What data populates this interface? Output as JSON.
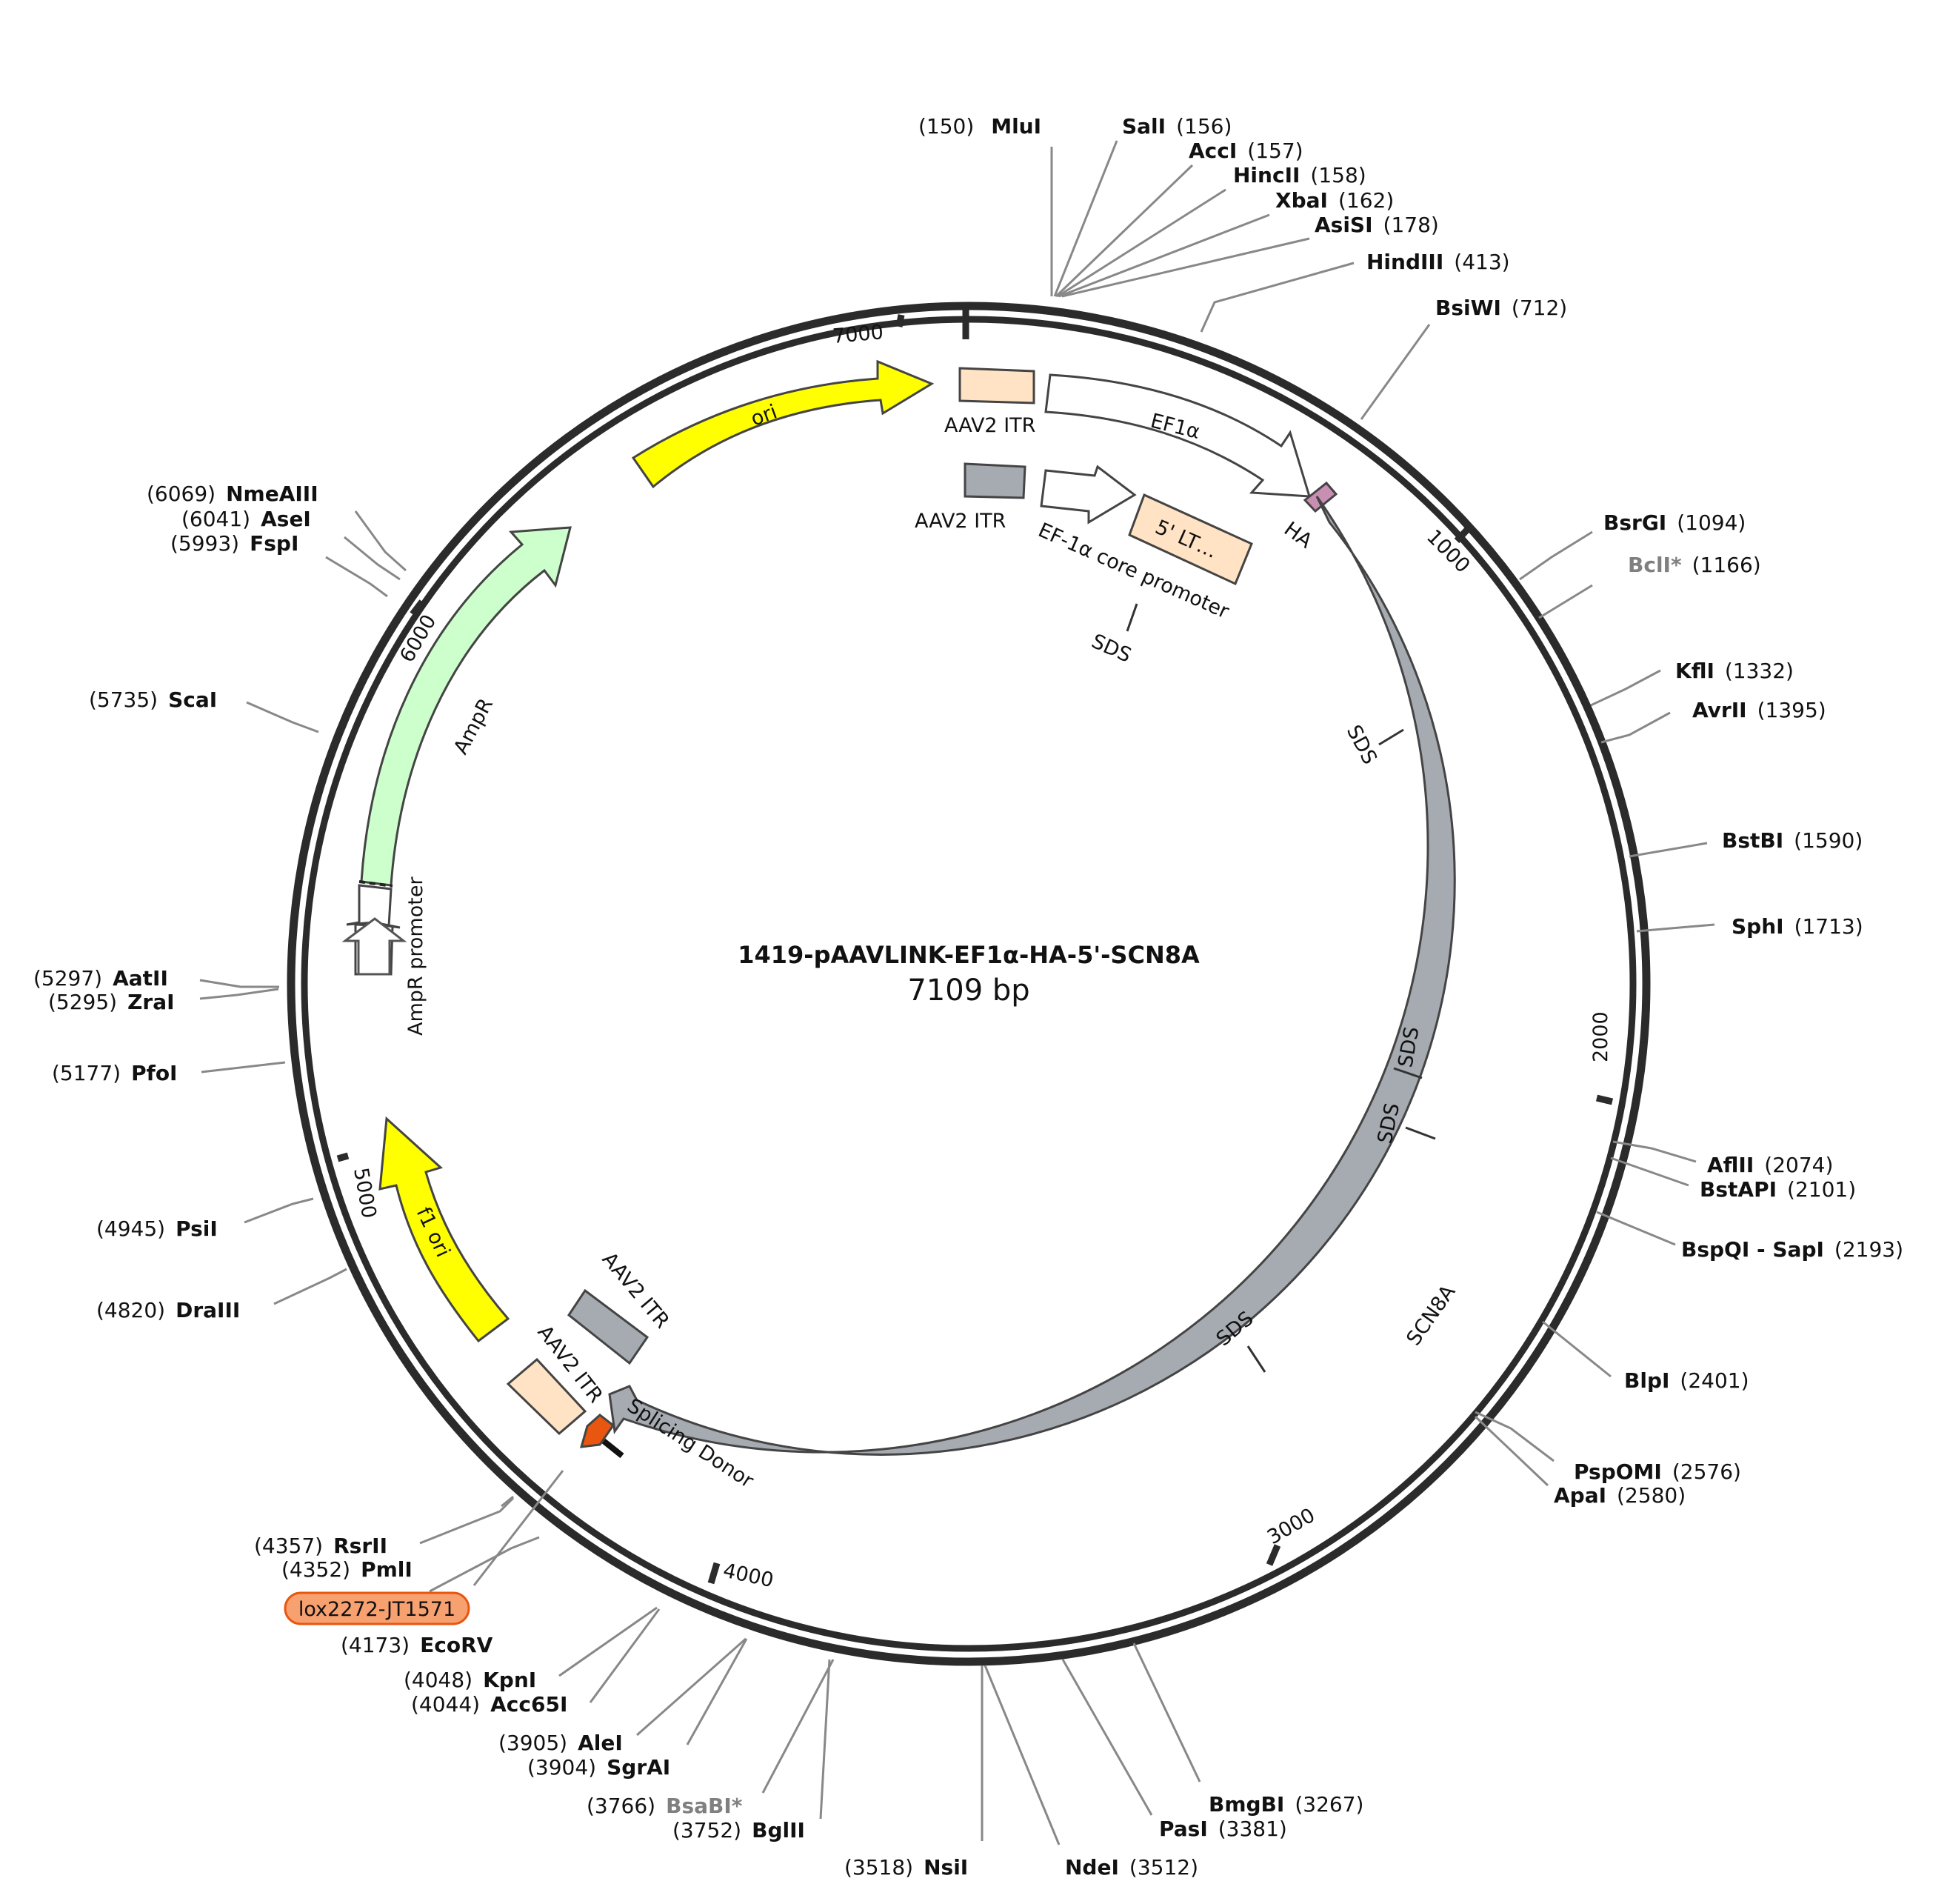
{
  "plasmid": {
    "name": "1419-pAAVLINK-EF1α-HA-5'-SCN8A",
    "size_label": "7109 bp",
    "length": 7109
  },
  "ticks": [
    "1000",
    "2000",
    "3000",
    "4000",
    "5000",
    "6000",
    "7000"
  ],
  "features": [
    {
      "id": "ori",
      "label": "ori",
      "type": "arrow",
      "color": "#ffff00"
    },
    {
      "id": "aav2-itr-outer-top",
      "label": "AAV2 ITR",
      "type": "box",
      "color": "#ffe3c4"
    },
    {
      "id": "ef1a",
      "label": "EF1α",
      "type": "arrow",
      "color": "#ffffff"
    },
    {
      "id": "ha",
      "label": "HA",
      "type": "box",
      "color": "#c98fb2"
    },
    {
      "id": "aav2-itr-inner-top",
      "label": "AAV2 ITR",
      "type": "box",
      "color": "#a6abb1"
    },
    {
      "id": "ef1a-core",
      "label": "EF-1α core promoter",
      "type": "arrow",
      "color": "#ffffff"
    },
    {
      "id": "five-ltr",
      "label": "5' LT…",
      "type": "box",
      "color": "#ffe3c4"
    },
    {
      "id": "scn8a",
      "label": "SCN8A",
      "type": "arrow",
      "color": "#a6abb1"
    },
    {
      "id": "splicing-donor",
      "label": "Splicing Donor",
      "type": "arrow",
      "color": "#e8560f"
    },
    {
      "id": "aav2-itr-inner-bottom",
      "label": "AAV2 ITR",
      "type": "box",
      "color": "#a6abb1"
    },
    {
      "id": "aav2-itr-outer-bottom",
      "label": "AAV2 ITR",
      "type": "box",
      "color": "#ffe3c4"
    },
    {
      "id": "f1-ori",
      "label": "f1 ori",
      "type": "arrow",
      "color": "#ffff00"
    },
    {
      "id": "ampr",
      "label": "AmpR",
      "type": "arrow",
      "color": "#ccffcc"
    },
    {
      "id": "ampr-promoter",
      "label": "AmpR promoter",
      "type": "arrow",
      "color": "#ffffff"
    }
  ],
  "sds_label": "SDS",
  "lox_label": "lox2272-JT1571",
  "sites": [
    {
      "name": "MluI",
      "pos": "(150)",
      "side": "left"
    },
    {
      "name": "SalI",
      "pos": "(156)",
      "side": "right"
    },
    {
      "name": "AccI",
      "pos": "(157)",
      "side": "right"
    },
    {
      "name": "HincII",
      "pos": "(158)",
      "side": "right"
    },
    {
      "name": "XbaI",
      "pos": "(162)",
      "side": "right"
    },
    {
      "name": "AsiSI",
      "pos": "(178)",
      "side": "right"
    },
    {
      "name": "HindIII",
      "pos": "(413)",
      "side": "right"
    },
    {
      "name": "BsiWI",
      "pos": "(712)",
      "side": "right"
    },
    {
      "name": "BsrGI",
      "pos": "(1094)",
      "side": "right"
    },
    {
      "name": "BclI*",
      "pos": "(1166)",
      "side": "right",
      "grey": true
    },
    {
      "name": "KflI",
      "pos": "(1332)",
      "side": "right"
    },
    {
      "name": "AvrII",
      "pos": "(1395)",
      "side": "right"
    },
    {
      "name": "BstBI",
      "pos": "(1590)",
      "side": "right"
    },
    {
      "name": "SphI",
      "pos": "(1713)",
      "side": "right"
    },
    {
      "name": "AflII",
      "pos": "(2074)",
      "side": "right"
    },
    {
      "name": "BstAPI",
      "pos": "(2101)",
      "side": "right"
    },
    {
      "name": "BspQI - SapI",
      "pos": "(2193)",
      "side": "right"
    },
    {
      "name": "BlpI",
      "pos": "(2401)",
      "side": "right"
    },
    {
      "name": "PspOMI",
      "pos": "(2576)",
      "side": "right"
    },
    {
      "name": "ApaI",
      "pos": "(2580)",
      "side": "right"
    },
    {
      "name": "BmgBI",
      "pos": "(3267)",
      "side": "right"
    },
    {
      "name": "PasI",
      "pos": "(3381)",
      "side": "right"
    },
    {
      "name": "NdeI",
      "pos": "(3512)",
      "side": "right"
    },
    {
      "name": "NsiI",
      "pos": "(3518)",
      "side": "left"
    },
    {
      "name": "BglII",
      "pos": "(3752)",
      "side": "left"
    },
    {
      "name": "BsaBI*",
      "pos": "(3766)",
      "side": "left",
      "grey": true
    },
    {
      "name": "SgrAI",
      "pos": "(3904)",
      "side": "left"
    },
    {
      "name": "AleI",
      "pos": "(3905)",
      "side": "left"
    },
    {
      "name": "Acc65I",
      "pos": "(4044)",
      "side": "left"
    },
    {
      "name": "KpnI",
      "pos": "(4048)",
      "side": "left"
    },
    {
      "name": "EcoRV",
      "pos": "(4173)",
      "side": "left"
    },
    {
      "name": "PmlI",
      "pos": "(4352)",
      "side": "left"
    },
    {
      "name": "RsrII",
      "pos": "(4357)",
      "side": "left"
    },
    {
      "name": "DraIII",
      "pos": "(4820)",
      "side": "left"
    },
    {
      "name": "PsiI",
      "pos": "(4945)",
      "side": "left"
    },
    {
      "name": "PfoI",
      "pos": "(5177)",
      "side": "left"
    },
    {
      "name": "ZraI",
      "pos": "(5295)",
      "side": "left"
    },
    {
      "name": "AatII",
      "pos": "(5297)",
      "side": "left"
    },
    {
      "name": "ScaI",
      "pos": "(5735)",
      "side": "left"
    },
    {
      "name": "FspI",
      "pos": "(5993)",
      "side": "left"
    },
    {
      "name": "AseI",
      "pos": "(6041)",
      "side": "left"
    },
    {
      "name": "NmeAIII",
      "pos": "(6069)",
      "side": "left"
    }
  ]
}
